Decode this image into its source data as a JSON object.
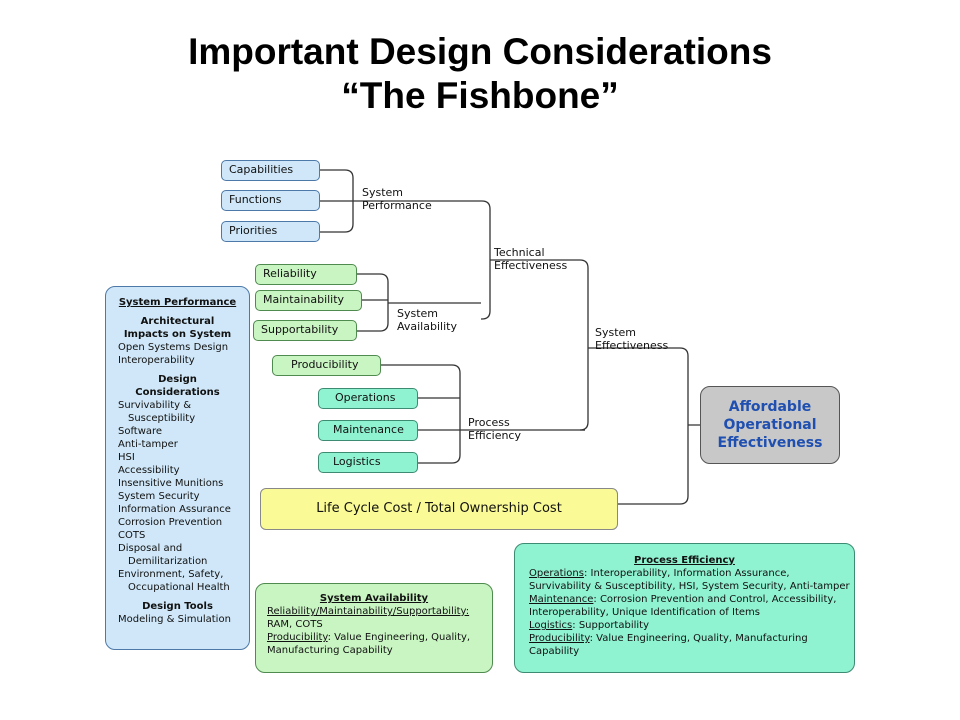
{
  "title": {
    "line1": "Important Design Considerations",
    "line2": "“The Fishbone”"
  },
  "nodes": {
    "capabilities": "Capabilities",
    "functions": "Functions",
    "priorities": "Priorities",
    "reliability": "Reliability",
    "maintainability": "Maintainability",
    "supportability": "Supportability",
    "producibility": "Producibility",
    "operations": "Operations",
    "maintenance": "Maintenance",
    "logistics": "Logistics"
  },
  "branch_labels": {
    "system_performance": [
      "System",
      "Performance"
    ],
    "system_availability": [
      "System",
      "Availability"
    ],
    "technical_effectiveness": [
      "Technical",
      "Effectiveness"
    ],
    "system_effectiveness": [
      "System",
      "Effectiveness"
    ],
    "process_efficiency": [
      "Process",
      "Efficiency"
    ]
  },
  "outcome": [
    "Affordable",
    "Operational",
    "Effectiveness"
  ],
  "life_cycle_cost": "Life Cycle Cost  / Total Ownership Cost",
  "left_panel": {
    "title": "System Performance",
    "h1": [
      "Architectural",
      "Impacts on System"
    ],
    "items1": [
      "Open Systems Design",
      "Interoperability"
    ],
    "h2": [
      "Design",
      "Considerations"
    ],
    "items2a": "Survivability &",
    "items2b": "Susceptibility",
    "items2": [
      "Software",
      "Anti-tamper",
      "HSI",
      "Accessibility",
      "Insensitive Munitions",
      "System Security",
      "Information Assurance",
      "Corrosion Prevention",
      "COTS",
      "Disposal and"
    ],
    "items2c": "Demilitarization",
    "items2d": "Environment, Safety,",
    "items2e": "Occupational Health",
    "h3": "Design Tools",
    "items3": "Modeling & Simulation"
  },
  "availability_panel": {
    "title": "System Availability",
    "l1": "Reliability/Maintainability/Supportability:",
    "l2": "RAM, COTS",
    "l3a": "Producibility",
    "l3b": ":  Value Engineering, Quality,",
    "l4": "Manufacturing Capability"
  },
  "process_panel": {
    "title": "Process Efficiency",
    "r1a": "Operations",
    "r1b": ":  Interoperability, Information Assurance,",
    "r2": "Survivability & Susceptibility, HSI, System Security, Anti-tamper",
    "r3a": "Maintenance",
    "r3b": ": Corrosion Prevention and Control, Accessibility,",
    "r4": "Interoperability, Unique Identification of Items",
    "r5a": "Logistics",
    "r5b": ": Supportability",
    "r6a": "Producibility",
    "r6b": ":  Value Engineering, Quality, Manufacturing",
    "r7": "Capability"
  },
  "colors": {
    "blue_fill": "#cfe7f8",
    "green_fill": "#c9f5c2",
    "teal_fill": "#8ff2d0",
    "gray_fill": "#c8c8c8",
    "yellow_fill": "#fafa96",
    "outcome_text": "#1f4fb0"
  }
}
